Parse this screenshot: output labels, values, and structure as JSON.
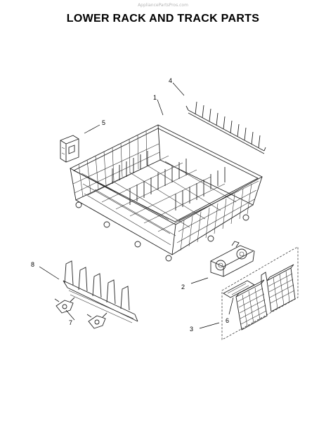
{
  "watermark": "AppliancePartsPros.com",
  "title": "LOWER RACK AND TRACK PARTS",
  "callouts": {
    "c1": "1",
    "c2": "2",
    "c3": "3",
    "c4": "4",
    "c5": "5",
    "c6": "6",
    "c7": "7",
    "c8": "8"
  },
  "parts": {
    "lower_rack": "lower-rack",
    "wheel_track_assembly": "wheel-assembly",
    "silverware_basket": "silverware-basket",
    "tine_row": "tine-row",
    "rack_clip": "rack-clip",
    "basket_lid": "basket-lid",
    "wheel_clips": "wheel-clips",
    "fold_down_tines": "fold-down-tines"
  }
}
